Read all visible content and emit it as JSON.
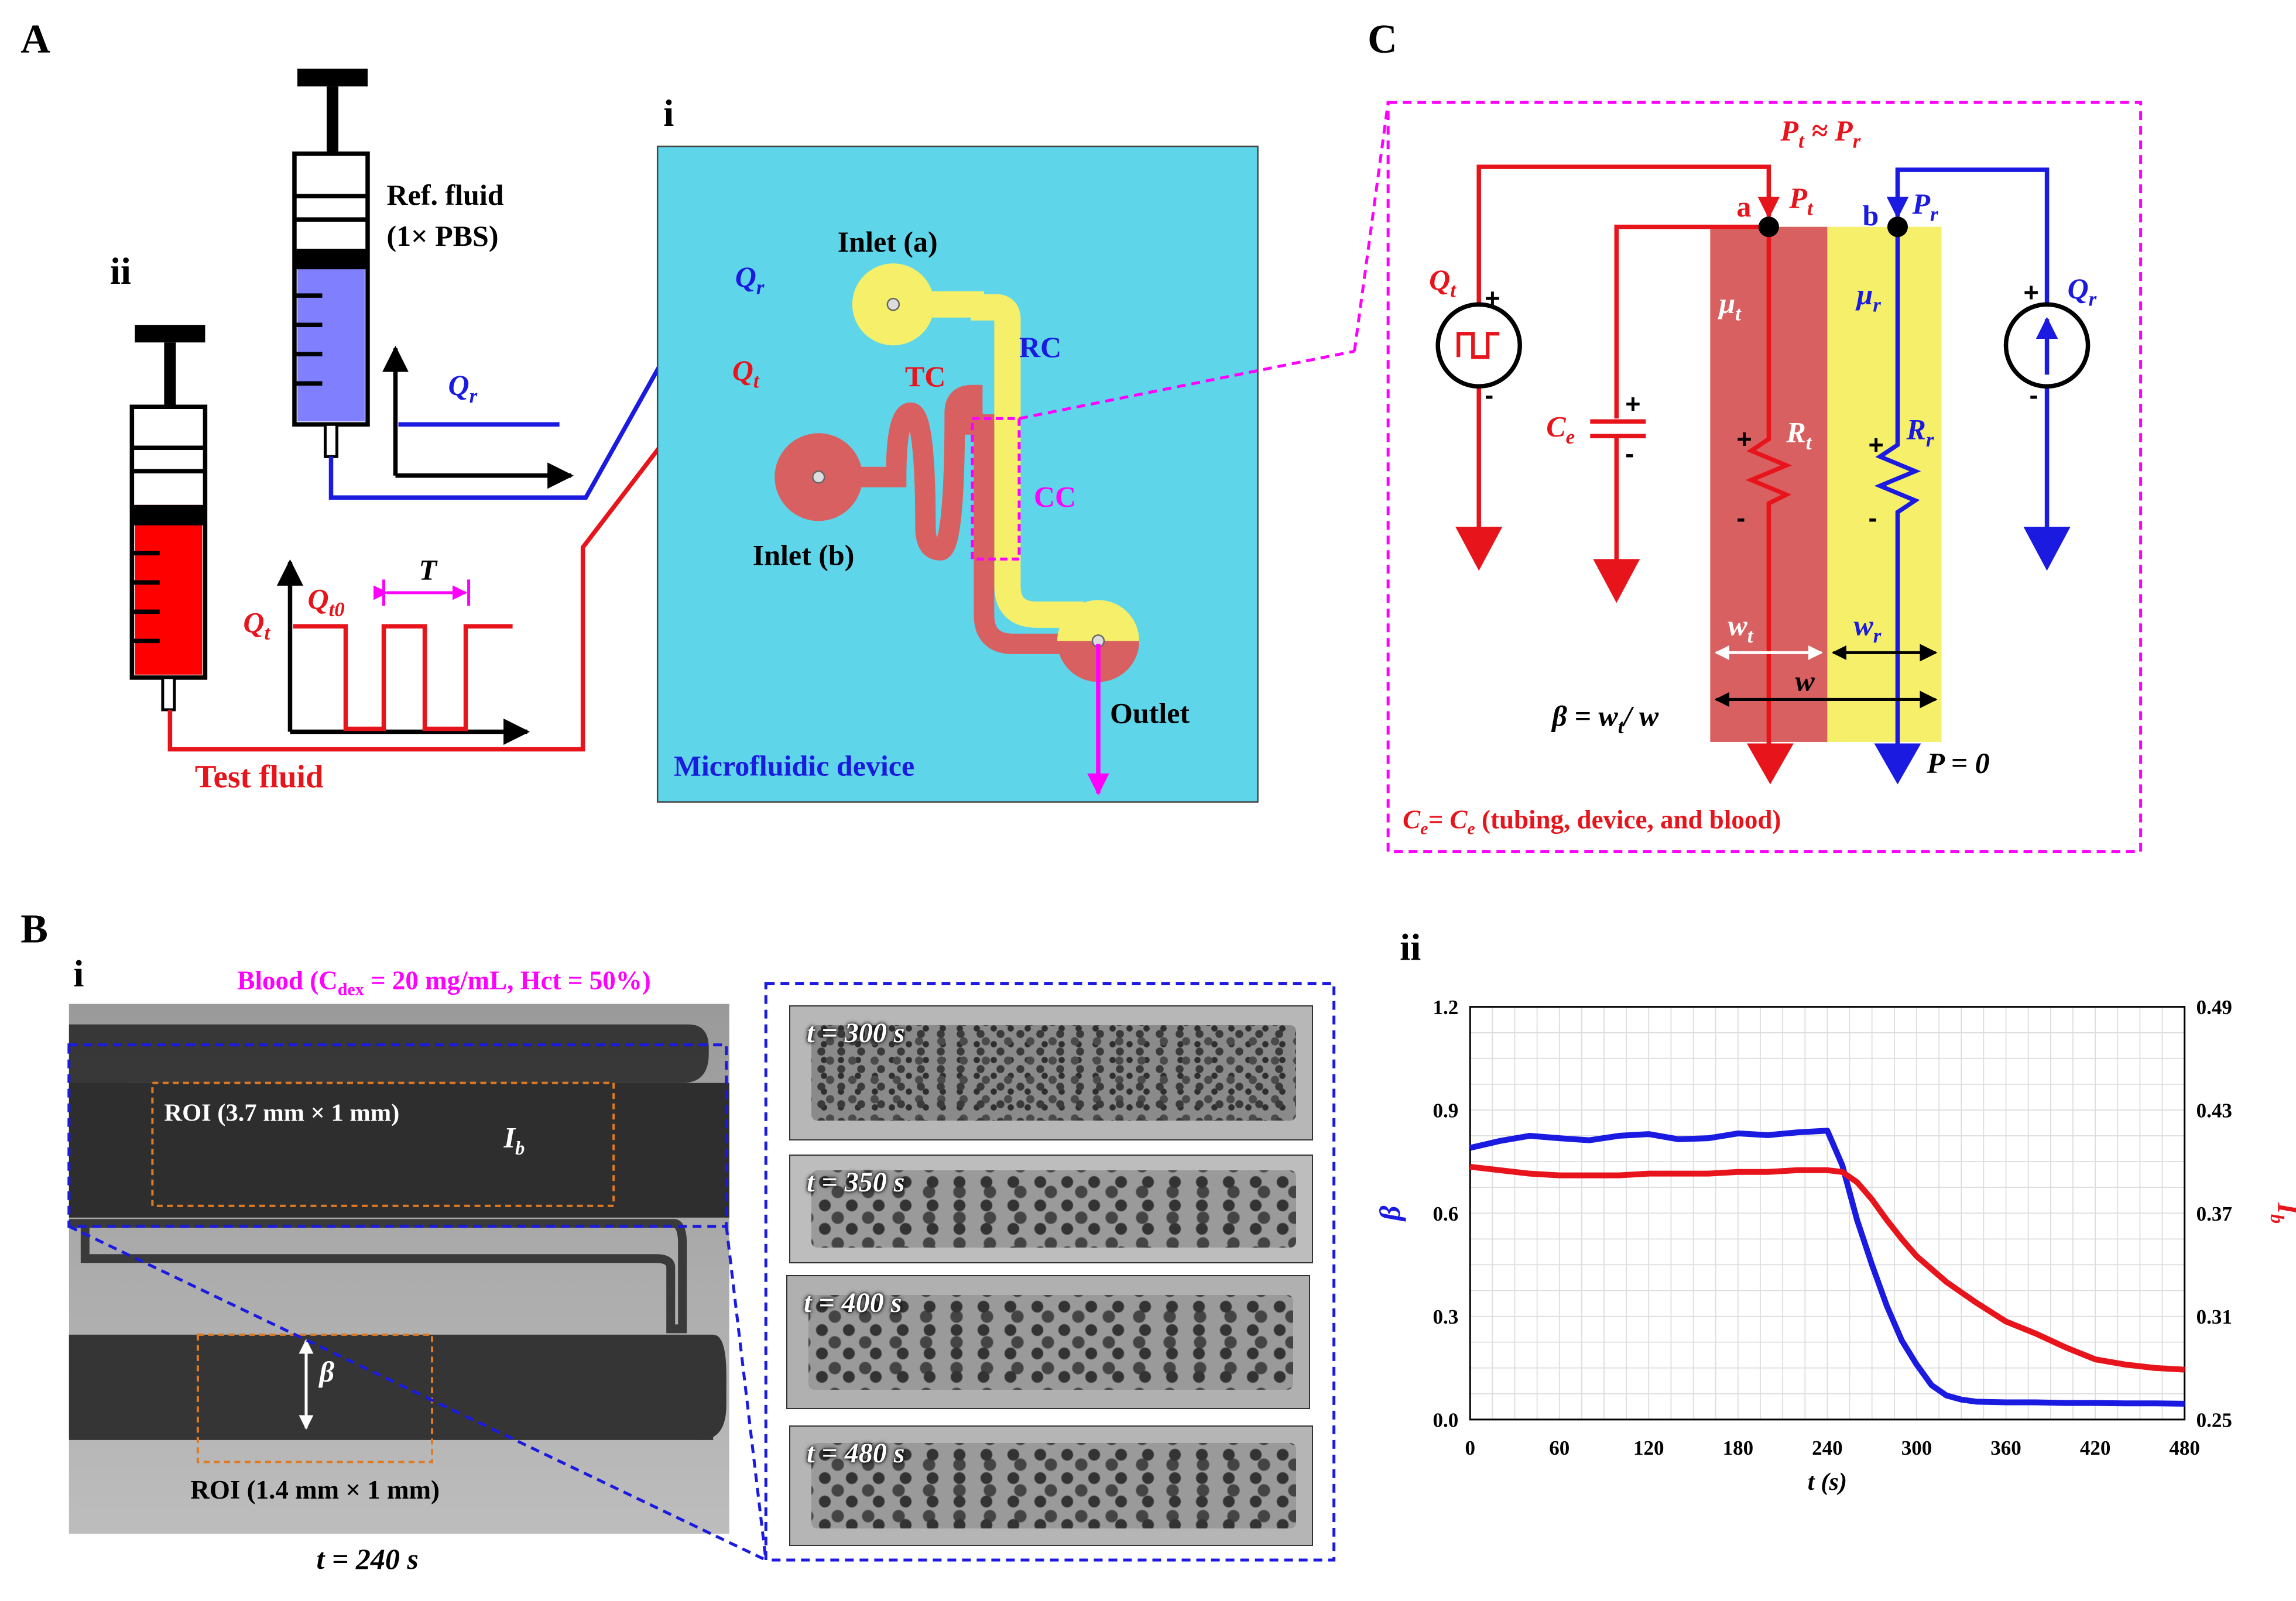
{
  "panel_labels": {
    "A": "A",
    "B": "B",
    "C": "C",
    "Ai": "i",
    "Aii": "ii",
    "Bi": "i",
    "Bii": "ii"
  },
  "panelA": {
    "ref_fluid_line1": "Ref. fluid",
    "ref_fluid_line2": "(1× PBS)",
    "test_fluid": "Test fluid",
    "Qr": "Q",
    "Qr_sub": "r",
    "Qt": "Q",
    "Qt_sub": "t",
    "Qt0": "Q",
    "Qt0_sub": "t0",
    "T": "T",
    "inlet_a": "Inlet (a)",
    "inlet_b": "Inlet (b)",
    "RC": "RC",
    "TC": "TC",
    "CC": "CC",
    "outlet": "Outlet",
    "device": "Microfluidic device"
  },
  "panelC": {
    "Pt_Pr_main": "P",
    "Pt_Pr_sub1": "t",
    "Pt_Pr_approx": " ≈ P",
    "Pt_Pr_sub2": "r",
    "a": "a",
    "b": "b",
    "Pt": "P",
    "Pt_sub": "t",
    "Pr": "P",
    "Pr_sub": "r",
    "mu_t": "μ",
    "mu_t_sub": "t",
    "mu_r": "μ",
    "mu_r_sub": "r",
    "Qt": "Q",
    "Qt_sub": "t",
    "Qr": "Q",
    "Qr_sub": "r",
    "Ce": "C",
    "Ce_sub": "e",
    "Rt": "R",
    "Rt_sub": "t",
    "Rr": "R",
    "Rr_sub": "r",
    "wt": "w",
    "wt_sub": "t",
    "wr": "w",
    "wr_sub": "r",
    "w": "w",
    "beta_eq": "β = w",
    "beta_eq_sub": "t",
    "beta_eq_tail": "/ w",
    "P0": "P = 0",
    "ce_note_a": "C",
    "ce_note_sub1": "e",
    "ce_note_b": "= C",
    "ce_note_sub2": "e",
    "ce_note_c": " (tubing, device, and blood)",
    "plus": "+",
    "minus": "-"
  },
  "panelB": {
    "blood_a": "Blood (C",
    "blood_sub": "dex",
    "blood_b": " = 20 mg/mL,  Hct = 50%)",
    "roi1": "ROI (3.7 mm × 1 mm)",
    "Ib": "I",
    "Ib_sub": "b",
    "beta": "β",
    "roi2": "ROI (1.4 mm × 1 mm)",
    "t_main": "t = 240 s",
    "snapshots": [
      "t = 300 s",
      "t = 350 s",
      "t = 400 s",
      "t = 480 s"
    ]
  },
  "colors": {
    "red": "#e8141c",
    "blue": "#1a1ae0",
    "magenta": "#ff00ff",
    "cyan": "#5fd5ea",
    "yellow": "#f5ef6a",
    "chan_red": "#d96060",
    "orange": "#e07a20"
  },
  "chart_data": {
    "type": "line",
    "xlabel": "t (s)",
    "ylabel_left": "β",
    "ylabel_right": "I_b",
    "xlim": [
      0,
      480
    ],
    "ylim_left": [
      0,
      1.2
    ],
    "ylim_right": [
      0.25,
      0.49
    ],
    "xticks": [
      "0",
      "60",
      "120",
      "180",
      "240",
      "300",
      "360",
      "420",
      "480"
    ],
    "yticks_left": [
      "0.0",
      "0.3",
      "0.6",
      "0.9",
      "1.2"
    ],
    "yticks_right": [
      "0.25",
      "0.31",
      "0.37",
      "0.43",
      "0.49"
    ],
    "grid": true,
    "series": [
      {
        "color": "#1a1ae0",
        "axis": "left",
        "x": [
          0,
          20,
          40,
          60,
          80,
          100,
          120,
          140,
          160,
          180,
          200,
          220,
          240,
          250,
          260,
          270,
          280,
          290,
          300,
          310,
          320,
          330,
          340,
          360,
          380,
          400,
          420,
          440,
          460,
          480
        ],
        "y": [
          0.79,
          0.81,
          0.825,
          0.818,
          0.812,
          0.825,
          0.83,
          0.815,
          0.818,
          0.832,
          0.827,
          0.835,
          0.84,
          0.74,
          0.58,
          0.45,
          0.33,
          0.23,
          0.16,
          0.1,
          0.07,
          0.058,
          0.052,
          0.05,
          0.05,
          0.048,
          0.048,
          0.047,
          0.047,
          0.046
        ]
      },
      {
        "color": "#e8141c",
        "axis": "right",
        "x": [
          0,
          20,
          40,
          60,
          80,
          100,
          120,
          140,
          160,
          180,
          200,
          220,
          240,
          250,
          260,
          270,
          280,
          290,
          300,
          320,
          340,
          360,
          380,
          400,
          420,
          440,
          460,
          480
        ],
        "y": [
          0.397,
          0.395,
          0.393,
          0.392,
          0.392,
          0.392,
          0.393,
          0.393,
          0.393,
          0.394,
          0.394,
          0.395,
          0.395,
          0.394,
          0.388,
          0.378,
          0.366,
          0.355,
          0.345,
          0.33,
          0.318,
          0.307,
          0.3,
          0.292,
          0.285,
          0.282,
          0.28,
          0.279
        ]
      }
    ]
  }
}
